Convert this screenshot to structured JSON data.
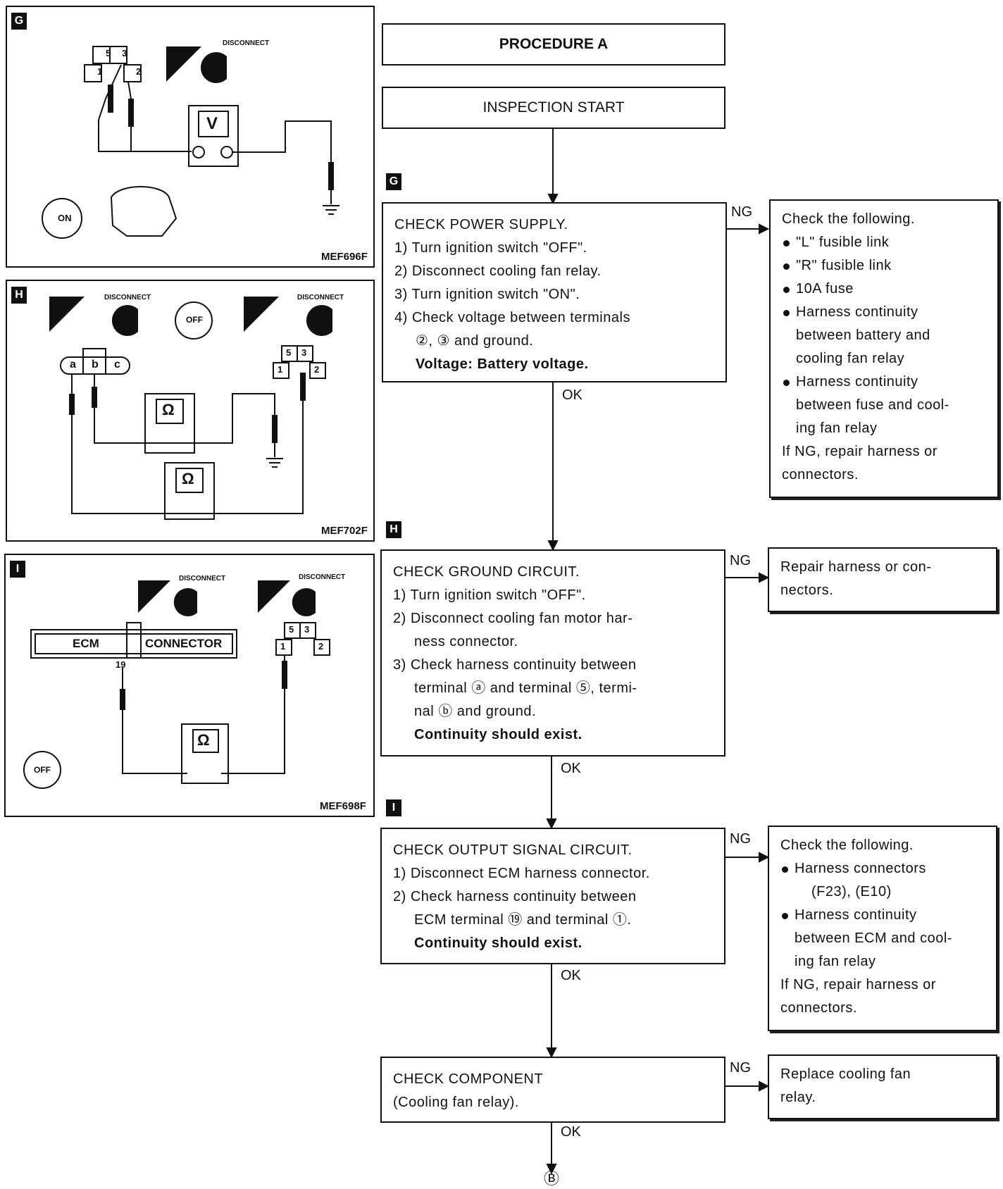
{
  "title": "PROCEDURE A",
  "start": "INSPECTION START",
  "labels": {
    "ok": "OK",
    "ng": "NG",
    "end": "Ⓑ"
  },
  "steps": [
    {
      "tag": "G",
      "title": "CHECK POWER SUPPLY.",
      "lines": [
        "1) Turn ignition switch \"OFF\".",
        "2) Disconnect cooling fan relay.",
        "3) Turn ignition switch \"ON\".",
        "4) Check voltage between terminals",
        "②, ③ and ground."
      ],
      "spec": "Voltage: Battery voltage."
    },
    {
      "tag": "H",
      "title": "CHECK GROUND CIRCUIT.",
      "lines": [
        "1) Turn ignition switch \"OFF\".",
        "2) Disconnect cooling fan motor har-",
        "ness connector.",
        "3) Check harness continuity between",
        "terminal ⓐ and terminal ⑤, termi-",
        "nal ⓑ and ground."
      ],
      "spec": "Continuity should exist."
    },
    {
      "tag": "I",
      "title": "CHECK OUTPUT SIGNAL CIRCUIT.",
      "lines": [
        "1) Disconnect ECM harness connector.",
        "2) Check harness continuity between",
        "ECM terminal ⑲ and terminal ①."
      ],
      "spec": "Continuity should exist."
    },
    {
      "tag": "",
      "title": "CHECK COMPONENT",
      "lines": [
        "(Cooling fan relay)."
      ],
      "spec": ""
    }
  ],
  "ng_results": [
    {
      "lead": "Check the following.",
      "bullets": [
        [
          "\"L\" fusible link"
        ],
        [
          "\"R\" fusible link"
        ],
        [
          "10A fuse"
        ],
        [
          "Harness continuity",
          "between battery and",
          "cooling fan relay"
        ],
        [
          "Harness continuity",
          "between fuse and cool-",
          "ing fan relay"
        ]
      ],
      "tail": [
        "If NG, repair harness or",
        "connectors."
      ]
    },
    {
      "lead": "Repair harness or con-",
      "bullets": [],
      "tail": [
        "nectors."
      ]
    },
    {
      "lead": "Check the following.",
      "bullets": [
        [
          "Harness connectors",
          "(F23), (E10)"
        ],
        [
          "Harness continuity",
          "between ECM and cool-",
          "ing fan relay"
        ]
      ],
      "tail": [
        "If NG, repair harness or",
        "connectors."
      ]
    },
    {
      "lead": "Replace cooling fan",
      "bullets": [],
      "tail": [
        "relay."
      ]
    }
  ],
  "panels": [
    {
      "tag": "G",
      "code": "MEF696F",
      "meter": "V",
      "terminals": [
        "5",
        "3",
        "1",
        "2"
      ],
      "icons": [
        "T.S.",
        "DISCONNECT",
        "ON"
      ]
    },
    {
      "tag": "H",
      "code": "MEF702F",
      "meter": "Ω",
      "terminals": [
        "5",
        "3",
        "1",
        "2"
      ],
      "harness": [
        "a",
        "b",
        "c"
      ],
      "icons": [
        "T.S.",
        "DISCONNECT",
        "OFF",
        "T.S.",
        "DISCONNECT"
      ]
    },
    {
      "tag": "I",
      "code": "MEF698F",
      "meter": "Ω",
      "terminals": [
        "5",
        "3",
        "1",
        "2"
      ],
      "ecm": [
        "ECM",
        "CONNECTOR",
        "19"
      ],
      "icons": [
        "H.S.",
        "DISCONNECT",
        "T.S.",
        "DISCONNECT",
        "OFF"
      ]
    }
  ]
}
